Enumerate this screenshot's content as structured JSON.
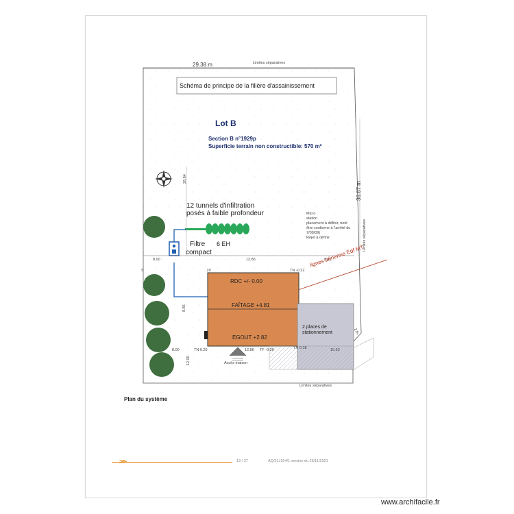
{
  "plan": {
    "top_length": "29.38 m",
    "limits_top": "Limites séparatives",
    "limits_bottom": "Limites séparatives",
    "limits_right": "Limites séparatives",
    "schema_title": "Schéma de principe de la filière d'assainissement",
    "lot_title": "Lot B",
    "section": "Section B n°1929p",
    "surface": "Superficie terrain non constructible:  570 m²",
    "right_length": "36.67 m",
    "side_dim_upper": "28.84",
    "tunnels_line1": "12 tunnels d'infiltration",
    "tunnels_line2": "posés à faible profondeur",
    "filter_line1": "Filtre",
    "filter_line2": "compact",
    "eh": "6 EH",
    "notes": [
      "Micro",
      "station",
      "placement à définir, noté",
      "être conforme à l'arrêté du",
      "7/09/09)",
      "Rejet à définir"
    ],
    "dims_row": [
      "8.00",
      "12.86",
      "8.51"
    ],
    "edf_line": "lignes aérienne Edf MT",
    "tn_left": "TN -0.22",
    "small_dim_top": ".20",
    "rdc": "RDC +/- 0.00",
    "faitage": "FAÎTAGE +4.81",
    "egout": "EGOUT +2.82",
    "parking": "2 places de stationnement",
    "side_dim_left": "8.85",
    "dim_bottom_left": "8.00",
    "tn_020": "TN  0.20",
    "dim_bottom_mid": "12.86",
    "tf": "TF -0.20",
    "tn_018": "TN  0.18",
    "dim_bottom_right": "10.52",
    "side_dim_lowest": "12.00",
    "acces": "Accès maison",
    "angle_dim": "2.8₅",
    "s_label": "S"
  },
  "caption": "Plan du système",
  "footer": {
    "page": "13 / 27",
    "ref": "AQ/21J104/1 version du 26/11/2021"
  },
  "watermark": "www.archifacile.fr",
  "colors": {
    "house": "#d9894f",
    "parking": "#c7c8d4",
    "pipe": "#1f5fb0",
    "tunnel": "#2aa85a",
    "tree": "#3f6e3f",
    "edf": "#b3361d",
    "footer_accent": "#e8912b"
  }
}
